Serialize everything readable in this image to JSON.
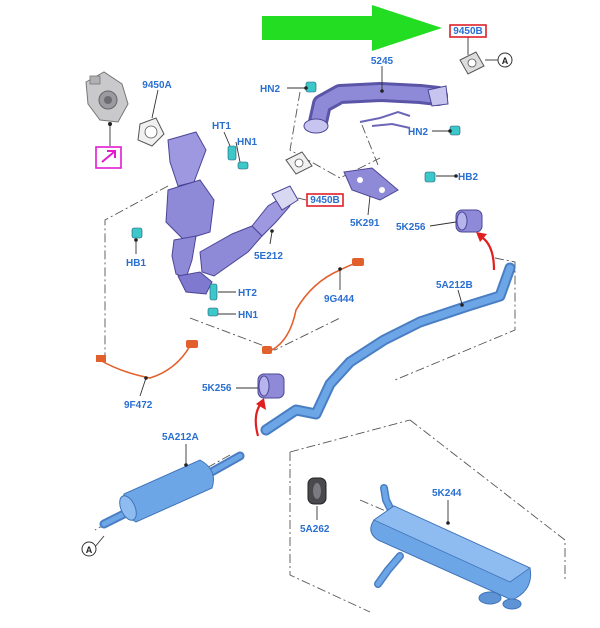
{
  "diagram": {
    "labels": {
      "p9450b_top": "9450B",
      "p9450b_mid": "9450B",
      "p9450a": "9450A",
      "p5245": "5245",
      "hn2_left": "HN2",
      "hn2_right": "HN2",
      "ht1": "HT1",
      "hn1_top": "HN1",
      "hb2": "HB2",
      "p5k291": "5K291",
      "p5k256_right": "5K256",
      "hb1": "HB1",
      "p5e212": "5E212",
      "ht2": "HT2",
      "hn1_bottom": "HN1",
      "p9g444": "9G444",
      "p5a212b": "5A212B",
      "p9f472": "9F472",
      "p5k256_left": "5K256",
      "p5a212a": "5A212A",
      "p5k244": "5K244",
      "p5a262": "5A262"
    },
    "connectors": {
      "a_top": "A",
      "a_bottom": "A"
    },
    "colors": {
      "label_blue": "#2a6fd0",
      "highlight_red": "#e0202a",
      "arrow_green": "#22dd22",
      "view_magenta": "#e21bd0",
      "pipe_blue": "#6da6e6",
      "cat_purple": "#8f8ad8",
      "sensor_wire": "#e2602c",
      "fastener_cyan": "#3cc8c8"
    },
    "icons": {
      "direction_arrow": "green-arrow-icon",
      "view_indicator": "view-arrow-icon"
    }
  }
}
